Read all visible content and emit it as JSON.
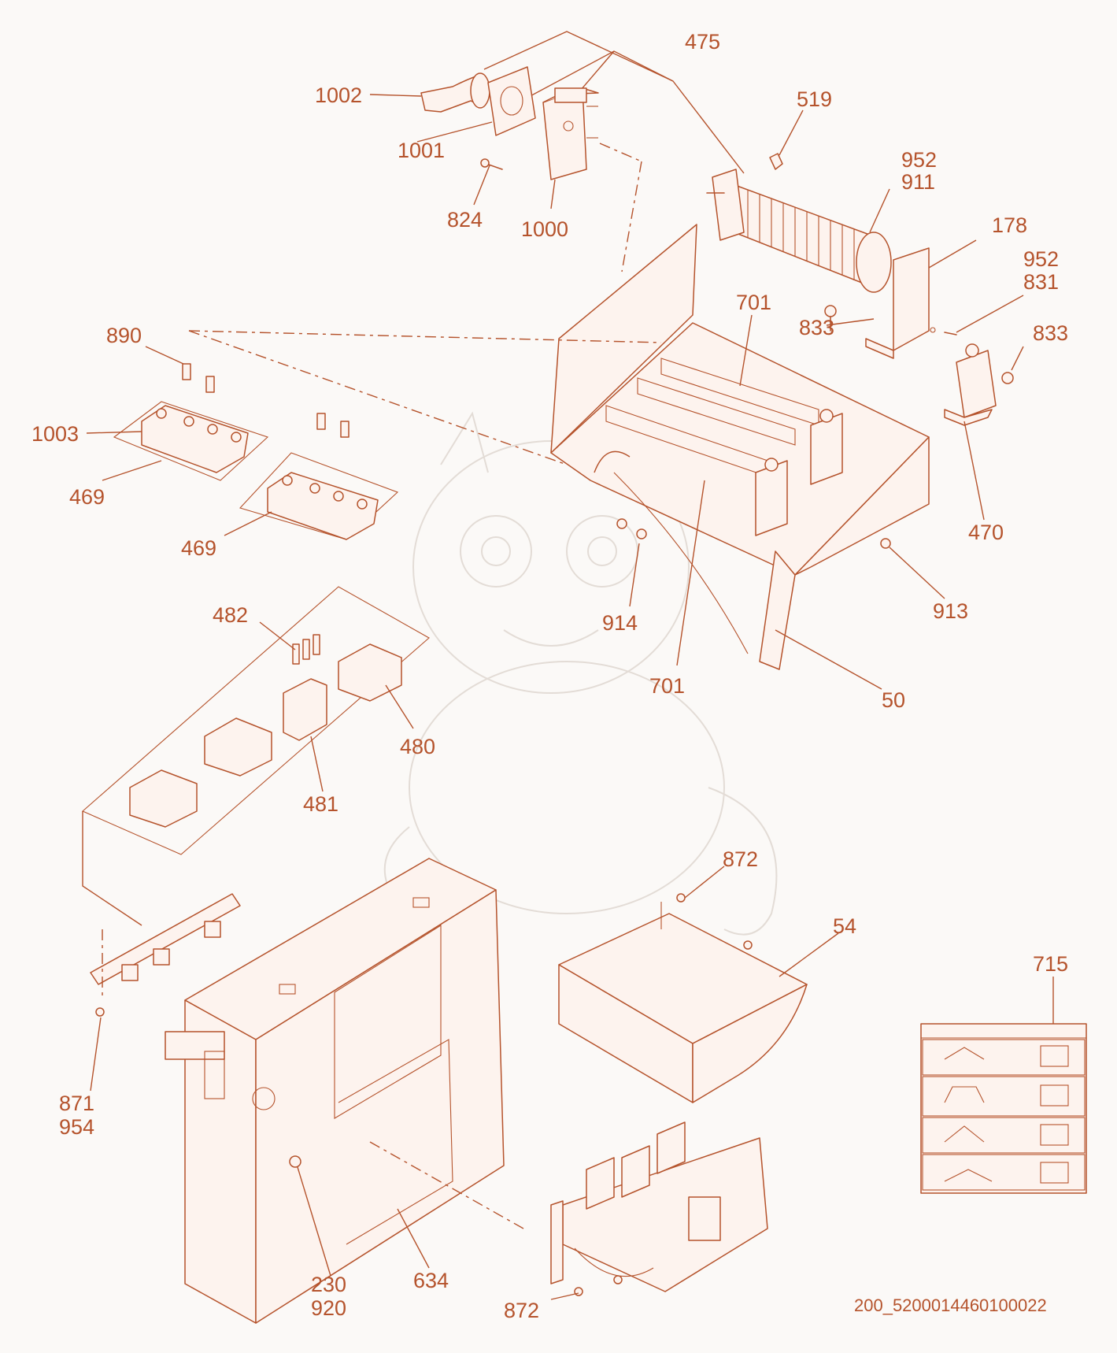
{
  "accent_color": "#b5532c",
  "watermark_icon": "dragon-mascot-icon",
  "callouts": [
    {
      "id": "c475",
      "label": "475"
    },
    {
      "id": "c1002",
      "label": "1002"
    },
    {
      "id": "c519",
      "label": "519"
    },
    {
      "id": "c1001",
      "label": "1001"
    },
    {
      "id": "c952a",
      "label": "952"
    },
    {
      "id": "c911",
      "label": "911"
    },
    {
      "id": "c824",
      "label": "824"
    },
    {
      "id": "c1000",
      "label": "1000"
    },
    {
      "id": "c178",
      "label": "178"
    },
    {
      "id": "c952b",
      "label": "952"
    },
    {
      "id": "c831",
      "label": "831"
    },
    {
      "id": "c701a",
      "label": "701"
    },
    {
      "id": "c833a",
      "label": "833"
    },
    {
      "id": "c833b",
      "label": "833"
    },
    {
      "id": "c890",
      "label": "890"
    },
    {
      "id": "c1003",
      "label": "1003"
    },
    {
      "id": "c469a",
      "label": "469"
    },
    {
      "id": "c469b",
      "label": "469"
    },
    {
      "id": "c470",
      "label": "470"
    },
    {
      "id": "c914",
      "label": "914"
    },
    {
      "id": "c913",
      "label": "913"
    },
    {
      "id": "c482",
      "label": "482"
    },
    {
      "id": "c701b",
      "label": "701"
    },
    {
      "id": "c50",
      "label": "50"
    },
    {
      "id": "c480",
      "label": "480"
    },
    {
      "id": "c481",
      "label": "481"
    },
    {
      "id": "c872a",
      "label": "872"
    },
    {
      "id": "c54",
      "label": "54"
    },
    {
      "id": "c715",
      "label": "715"
    },
    {
      "id": "c871",
      "label": "871"
    },
    {
      "id": "c954",
      "label": "954"
    },
    {
      "id": "c230",
      "label": "230"
    },
    {
      "id": "c920",
      "label": "920"
    },
    {
      "id": "c634",
      "label": "634"
    },
    {
      "id": "c872b",
      "label": "872"
    }
  ],
  "document_id": "200_5200014460100022"
}
